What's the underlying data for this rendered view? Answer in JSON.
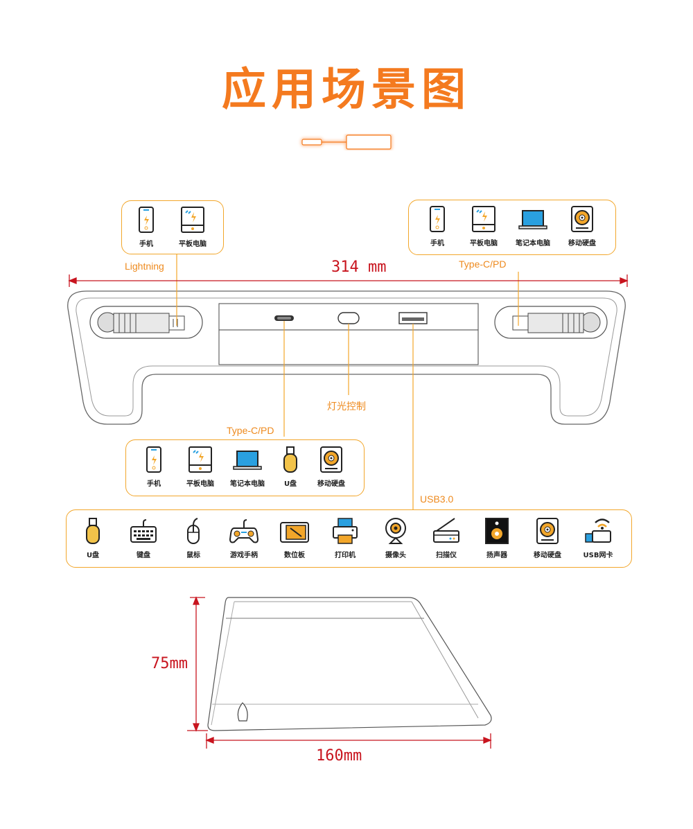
{
  "title": "应用场景图",
  "labels": {
    "lightning": "Lightning",
    "typec_top": "Type-C/PD",
    "typec_mid": "Type-C/PD",
    "light_control": "灯光控制",
    "usb3": "USB3.0"
  },
  "dimensions": {
    "width": "314 mm",
    "height": "75mm",
    "depth": "160mm"
  },
  "groups": {
    "lightning_devices": [
      {
        "label": "手机",
        "icon": "phone-icon"
      },
      {
        "label": "平板电脑",
        "icon": "tablet-icon"
      }
    ],
    "typec_right_devices": [
      {
        "label": "手机",
        "icon": "phone-icon"
      },
      {
        "label": "平板电脑",
        "icon": "tablet-icon"
      },
      {
        "label": "笔记本电脑",
        "icon": "laptop-icon"
      },
      {
        "label": "移动硬盘",
        "icon": "hdd-icon"
      }
    ],
    "typec_mid_devices": [
      {
        "label": "手机",
        "icon": "phone-icon"
      },
      {
        "label": "平板电脑",
        "icon": "tablet-icon"
      },
      {
        "label": "笔记本电脑",
        "icon": "laptop-icon"
      },
      {
        "label": "U盘",
        "icon": "usb-stick-icon"
      },
      {
        "label": "移动硬盘",
        "icon": "hdd-icon"
      }
    ],
    "usb3_devices": [
      {
        "label": "U盘",
        "icon": "usb-stick-icon"
      },
      {
        "label": "键盘",
        "icon": "keyboard-icon"
      },
      {
        "label": "鼠标",
        "icon": "mouse-icon"
      },
      {
        "label": "游戏手柄",
        "icon": "gamepad-icon"
      },
      {
        "label": "数位板",
        "icon": "drawing-tablet-icon"
      },
      {
        "label": "打印机",
        "icon": "printer-icon"
      },
      {
        "label": "摄像头",
        "icon": "webcam-icon"
      },
      {
        "label": "扫描仪",
        "icon": "scanner-icon"
      },
      {
        "label": "扬声器",
        "icon": "speaker-icon"
      },
      {
        "label": "移动硬盘",
        "icon": "hdd-icon"
      },
      {
        "label": "USB网卡",
        "icon": "usb-wifi-icon"
      }
    ]
  },
  "colors": {
    "accent": "#f47a1f",
    "box_border": "#f2a62a",
    "dimension": "#c8141e",
    "icon_blue": "#2aa0e0",
    "icon_orange": "#f2a62a"
  }
}
